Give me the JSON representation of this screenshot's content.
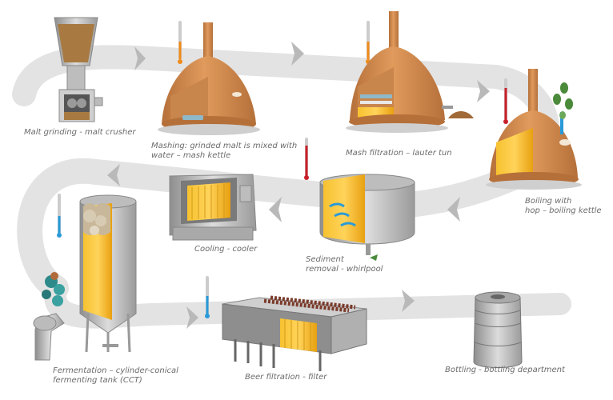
{
  "steps": {
    "grinding": "Malt grinding - malt crusher",
    "mashing_1": "Mashing: grinded malt is mixed with",
    "mashing_2": "water – mash kettle",
    "filtration": "Mash filtration – lauter tun",
    "boiling_1": "Boiling with",
    "boiling_2": "hop – boiling kettle",
    "cooling": "Cooling - cooler",
    "sediment_1": "Sediment",
    "sediment_2": "removal - whirlpool",
    "fermentation_1": "Fermentation – cylinder-conical",
    "fermentation_2": "fermenting tank (CCT)",
    "beer_filtration": "Beer filtration - filter",
    "bottling": "Bottling - bottling department"
  },
  "colors": {
    "flow_band": "#e3e3e3",
    "arrow": "#b9b9b9",
    "copper": "#d38a4e",
    "copper_dark": "#b5703a",
    "beer": "#f4b41a",
    "steel": "#c9c9c9",
    "steel_dark": "#9a9a9a",
    "caption": "#6b6b6b"
  }
}
